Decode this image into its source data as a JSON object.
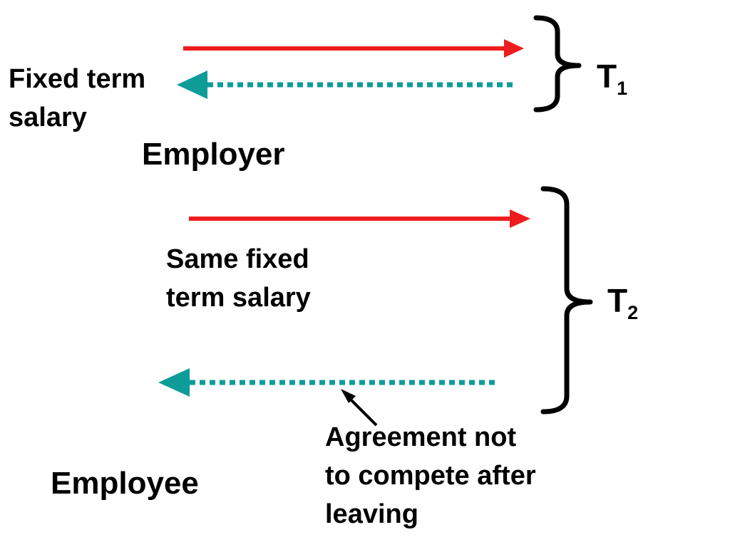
{
  "colors": {
    "employer_arrow": "#ee1c1c",
    "employee_arrow": "#0e9c99",
    "bracket": "#000000",
    "text": "#000000"
  },
  "labels": {
    "fixed_term_salary": [
      "Fixed term",
      "salary"
    ],
    "employer": "Employer",
    "same_fixed_term_salary": [
      "Same fixed",
      "term salary"
    ],
    "agreement": [
      "Agreement not",
      "to compete after",
      "leaving"
    ],
    "employee": "Employee"
  },
  "periods": [
    {
      "main": "T",
      "sub": "1"
    },
    {
      "main": "T",
      "sub": "2"
    }
  ]
}
